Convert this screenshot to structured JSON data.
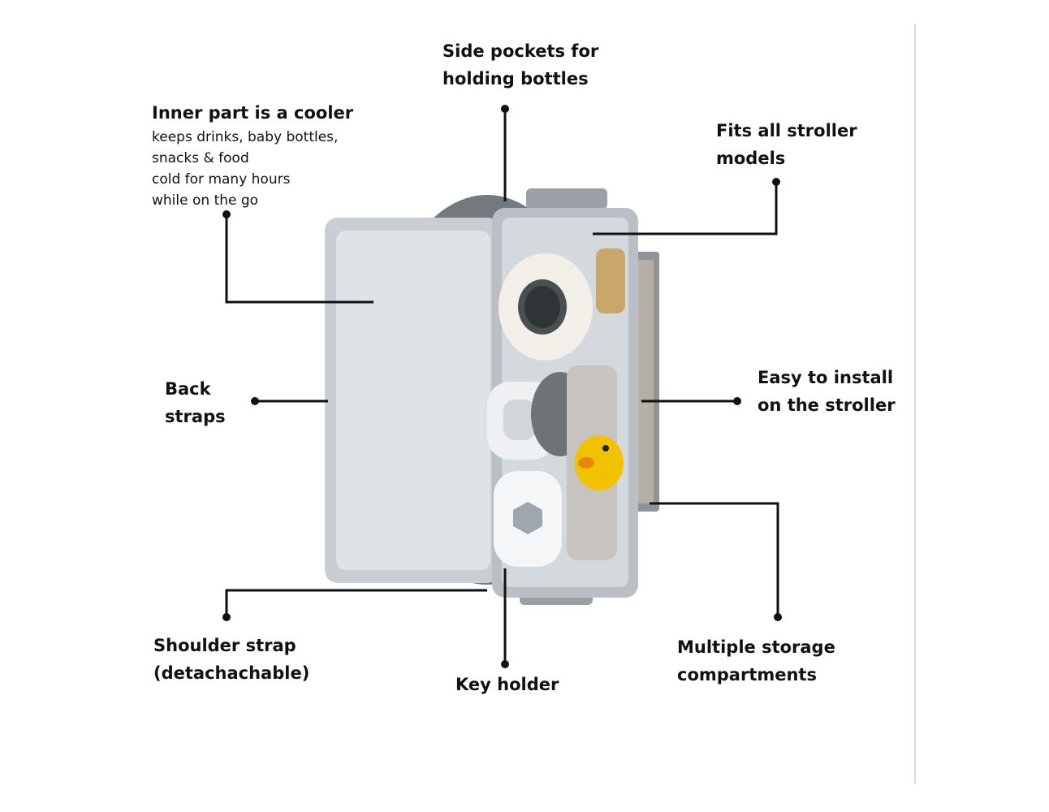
{
  "labels": {
    "side_pockets": [
      "Side pockets for",
      "holding bottles"
    ],
    "inner_part": {
      "title": "Inner part is a cooler",
      "lines": [
        "keeps drinks, baby bottles,",
        "snacks & food",
        "cold for many hours",
        "while on the go"
      ]
    },
    "fits_all": [
      "Fits all stroller",
      "models"
    ],
    "back_straps": [
      "Back",
      "straps"
    ],
    "easy_install": [
      "Easy to install",
      "on the stroller"
    ],
    "shoulder_strap": [
      "Shoulder strap",
      "(detachachable)"
    ],
    "key_holder": [
      "Key holder"
    ],
    "multiple_storage": [
      "Multiple storage",
      "compartments"
    ]
  },
  "colors": {
    "text": "#111111",
    "leader": "#111111",
    "bag_silver": "#c9ced3",
    "bag_lining": "#dfe3e6",
    "bag_grey": "#8e949a",
    "shadow": "#5c6166",
    "duck": "#f2c200"
  }
}
